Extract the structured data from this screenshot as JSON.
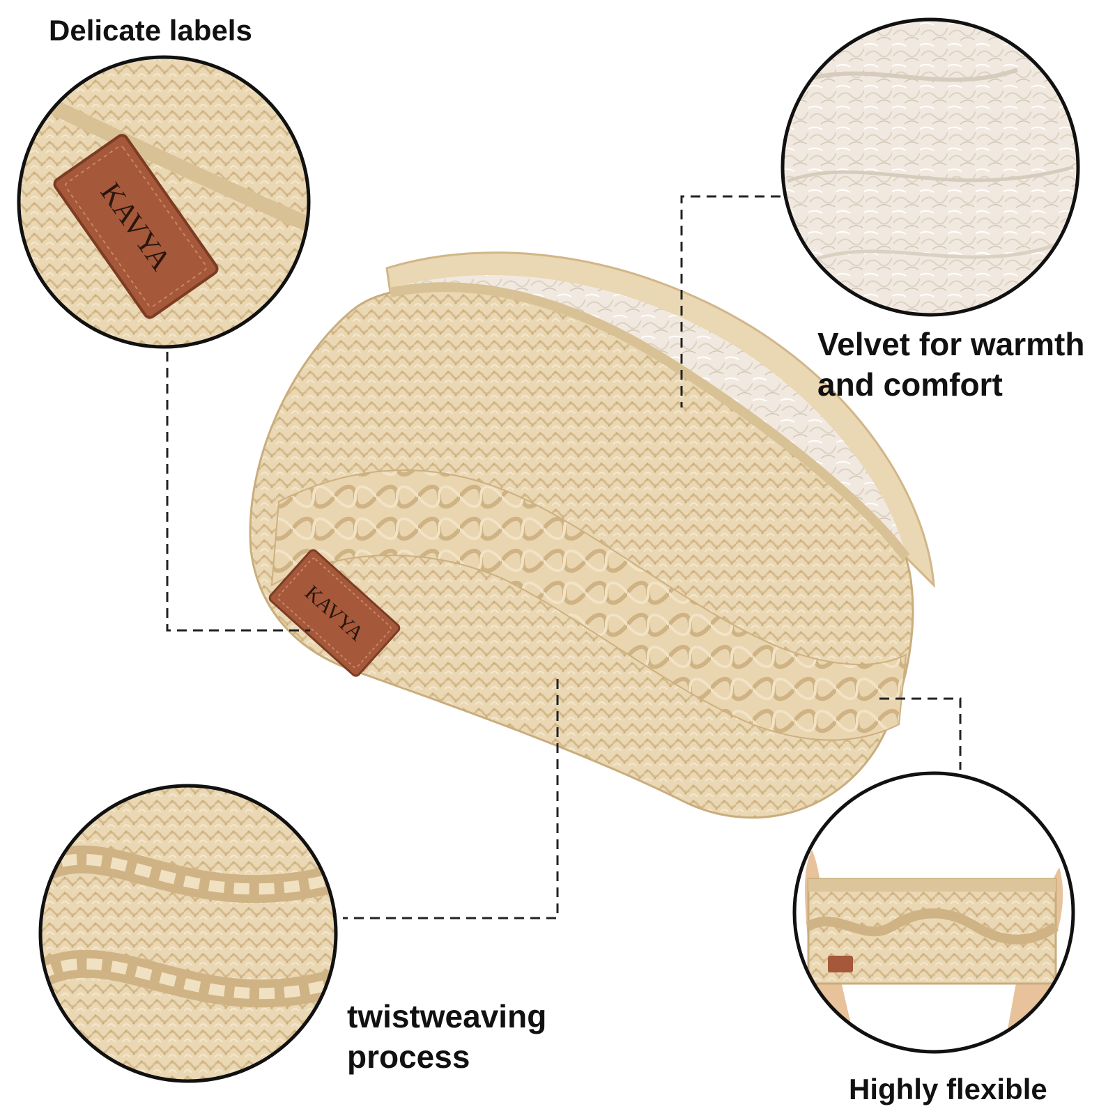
{
  "brand": "KAVYA",
  "colors": {
    "knit": "#ead7b3",
    "knit_shadow": "#d6bd90",
    "knit_highlight": "#f4e7cc",
    "fleece": "#f3ece3",
    "label": "#a5583a",
    "label_dark": "#7c3c24",
    "skin": "#e7c29a",
    "callout_line": "#222222",
    "caption_text": "#111111"
  },
  "callouts": {
    "labels": {
      "text": "Delicate labels",
      "icon": "brand-label-closeup"
    },
    "velvet": {
      "line1": "Velvet for warmth",
      "line2": "and comfort",
      "icon": "fleece-lining-closeup"
    },
    "twist": {
      "line1": "twistweaving",
      "line2": "process",
      "icon": "cable-knit-closeup"
    },
    "flexible": {
      "text": "Highly flexible",
      "icon": "stretched-headband-closeup"
    }
  }
}
